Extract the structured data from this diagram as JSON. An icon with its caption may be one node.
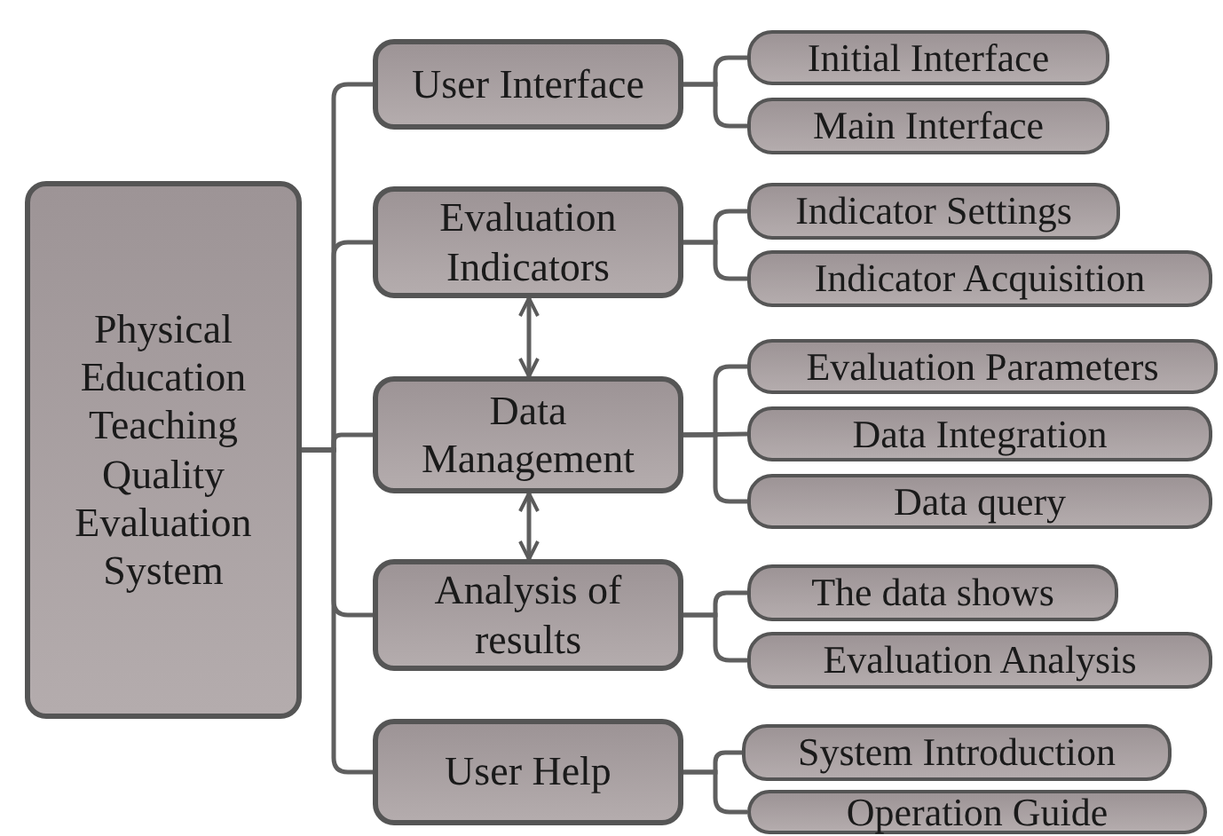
{
  "diagram": {
    "nodes": [
      {
        "text": [
          "Physical Education Teaching Quality Evaluation System"
        ]
      },
      {
        "text": [
          "User Interface"
        ]
      },
      {
        "text": [
          "Evaluation Indicators"
        ]
      },
      {
        "text": [
          "Data Management"
        ]
      },
      {
        "text": [
          "Analysis of results"
        ]
      },
      {
        "text": [
          "User Help"
        ]
      },
      {
        "text": [
          "Initial Interface"
        ]
      },
      {
        "text": [
          "Main Interface"
        ]
      },
      {
        "text": [
          "Indicator Settings"
        ]
      },
      {
        "text": [
          "Indicator Acquisition"
        ]
      },
      {
        "text": [
          "Evaluation Parameters"
        ]
      },
      {
        "text": [
          "Data Integration"
        ]
      },
      {
        "text": [
          "Data query"
        ]
      },
      {
        "text": [
          "The data shows"
        ]
      },
      {
        "text": [
          "Evaluation Analysis"
        ]
      },
      {
        "text": [
          "System Introduction"
        ]
      },
      {
        "text": [
          "Operation Guide"
        ]
      }
    ],
    "edges": [
      {
        "from": 0,
        "to": 1,
        "arrow": "none"
      },
      {
        "from": 0,
        "to": 2,
        "arrow": "none"
      },
      {
        "from": 0,
        "to": 3,
        "arrow": "none"
      },
      {
        "from": 0,
        "to": 4,
        "arrow": "none"
      },
      {
        "from": 0,
        "to": 5,
        "arrow": "none"
      },
      {
        "from": 1,
        "to": 6,
        "arrow": "none"
      },
      {
        "from": 1,
        "to": 7,
        "arrow": "none"
      },
      {
        "from": 2,
        "to": 8,
        "arrow": "none"
      },
      {
        "from": 2,
        "to": 9,
        "arrow": "none"
      },
      {
        "from": 3,
        "to": 10,
        "arrow": "none"
      },
      {
        "from": 3,
        "to": 11,
        "arrow": "none"
      },
      {
        "from": 3,
        "to": 12,
        "arrow": "none"
      },
      {
        "from": 4,
        "to": 13,
        "arrow": "none"
      },
      {
        "from": 4,
        "to": 14,
        "arrow": "none"
      },
      {
        "from": 5,
        "to": 15,
        "arrow": "none"
      },
      {
        "from": 5,
        "to": 16,
        "arrow": "none"
      },
      {
        "from": 2,
        "to": 3,
        "arrow": "both"
      },
      {
        "from": 3,
        "to": 4,
        "arrow": "both"
      }
    ]
  }
}
